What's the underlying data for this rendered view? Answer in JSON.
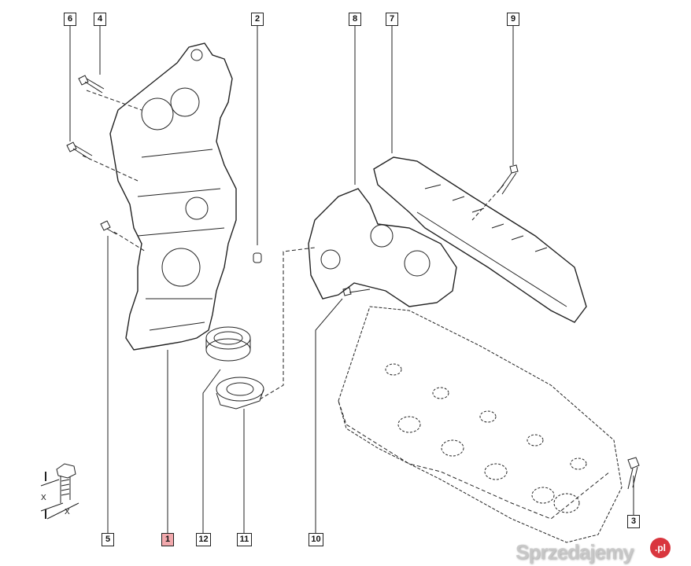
{
  "diagram": {
    "callouts": [
      {
        "id": "6",
        "highlighted": false
      },
      {
        "id": "4",
        "highlighted": false
      },
      {
        "id": "2",
        "highlighted": false
      },
      {
        "id": "8",
        "highlighted": false
      },
      {
        "id": "7",
        "highlighted": false
      },
      {
        "id": "9",
        "highlighted": false
      },
      {
        "id": "5",
        "highlighted": false
      },
      {
        "id": "1",
        "highlighted": true
      },
      {
        "id": "12",
        "highlighted": false
      },
      {
        "id": "11",
        "highlighted": false
      },
      {
        "id": "10",
        "highlighted": false
      },
      {
        "id": "3",
        "highlighted": false
      }
    ],
    "bolt_legend": {
      "dim_a": "X",
      "dim_b": "X"
    },
    "highlight_color": "#f2a9ad"
  },
  "watermark": {
    "text": "Sprzedajemy",
    "badge": ".pl"
  }
}
